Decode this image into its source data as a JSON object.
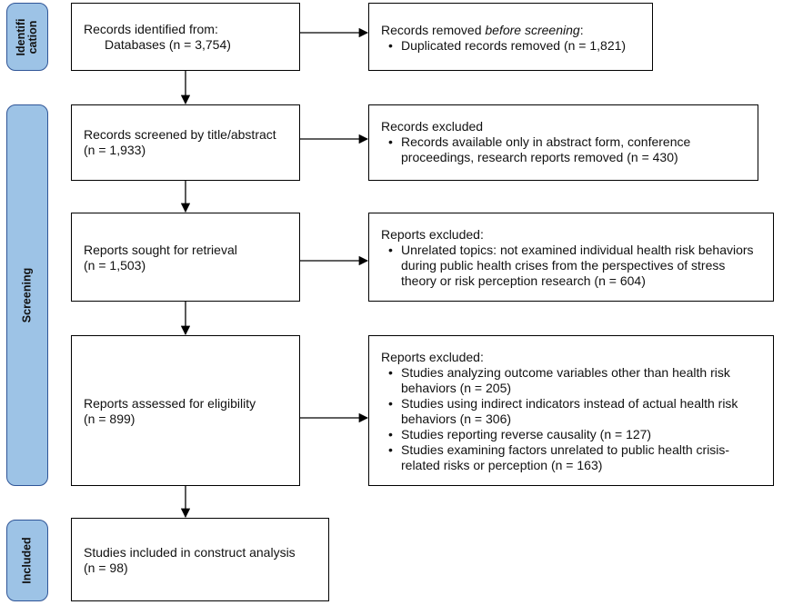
{
  "phases": {
    "identification": "Identifi cation",
    "screening": "Screening",
    "included": "Included"
  },
  "identified": {
    "line1": "Records identified from:",
    "line2": "Databases (n = 3,754)"
  },
  "removed_before_screening": {
    "title_prefix": "Records removed ",
    "title_italic": "before screening",
    "title_suffix": ":",
    "items": [
      "Duplicated records removed (n = 1,821)"
    ]
  },
  "screened": {
    "line1": "Records screened by title/abstract",
    "line2": "(n = 1,933)"
  },
  "records_excluded": {
    "title": "Records excluded",
    "items": [
      "Records available only in abstract form, conference proceedings, research reports removed (n = 430)"
    ]
  },
  "sought": {
    "line1": "Reports sought for retrieval",
    "line2": "(n = 1,503)"
  },
  "reports_excluded_1": {
    "title": "Reports excluded:",
    "items": [
      "Unrelated topics: not examined individual health risk behaviors during public health crises from the perspectives of stress theory or risk perception research (n = 604)"
    ]
  },
  "assessed": {
    "line1": "Reports assessed for eligibility",
    "line2": "(n = 899)"
  },
  "reports_excluded_2": {
    "title": "Reports excluded:",
    "items": [
      "Studies analyzing outcome variables other than health risk behaviors (n = 205)",
      "Studies using indirect indicators instead of actual health risk behaviors (n = 306)",
      "Studies reporting reverse causality (n = 127)",
      "Studies examining factors unrelated to public health crisis-related risks or perception (n = 163)"
    ]
  },
  "included_studies": {
    "line1": "Studies included in construct analysis",
    "line2": "(n = 98)"
  }
}
